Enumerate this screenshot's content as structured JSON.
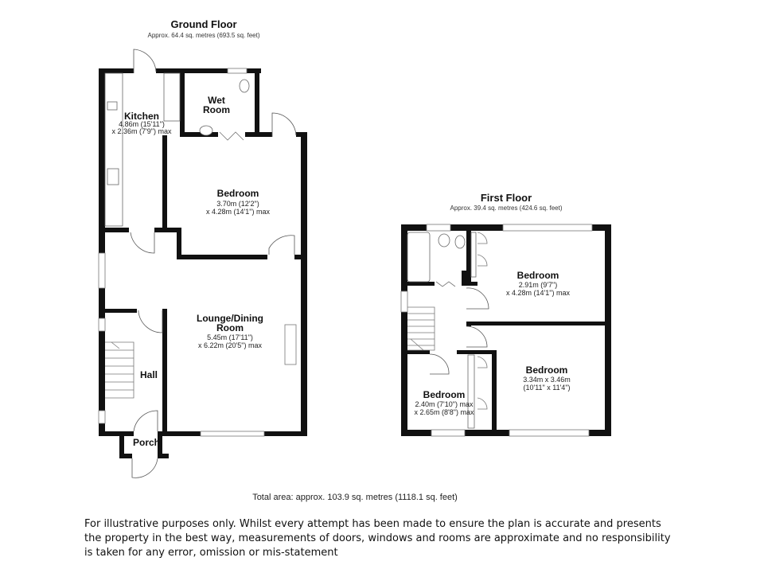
{
  "ground_floor": {
    "title": "Ground Floor",
    "area": "Approx. 64.4 sq. metres (693.5 sq. feet)",
    "rooms": {
      "kitchen": {
        "name": "Kitchen",
        "dim1": "4.86m (15'11\")",
        "dim2": "x 2.36m (7'9\") max"
      },
      "wet_room": {
        "name1": "Wet",
        "name2": "Room"
      },
      "bedroom": {
        "name": "Bedroom",
        "dim1": "3.70m (12'2\")",
        "dim2": "x 4.28m (14'1\") max"
      },
      "lounge": {
        "name1": "Lounge/Dining",
        "name2": "Room",
        "dim1": "5.45m (17'11\")",
        "dim2": "x 6.22m (20'5\") max"
      },
      "hall": {
        "name": "Hall"
      },
      "porch": {
        "name": "Porch"
      }
    }
  },
  "first_floor": {
    "title": "First Floor",
    "area": "Approx. 39.4 sq. metres (424.6 sq. feet)",
    "rooms": {
      "bedroom_1": {
        "name": "Bedroom",
        "dim1": "2.91m (9'7\")",
        "dim2": "x 4.28m (14'1\") max"
      },
      "bedroom_2": {
        "name": "Bedroom",
        "dim1": "3.34m x 3.46m",
        "dim2": "(10'11\" x 11'4\")"
      },
      "bedroom_3": {
        "name": "Bedroom",
        "dim1": "2.40m (7'10\") max",
        "dim2": "x 2.65m (8'8\") max"
      }
    }
  },
  "total_area": "Total area: approx. 103.9 sq. metres (1118.1 sq. feet)",
  "disclaimer": "For illustrative purposes only. Whilst every attempt has been made to ensure the plan is accurate and presents the property in the best way, measurements of doors, windows and rooms are approximate and no responsibility is taken for any error, omission or mis-statement"
}
